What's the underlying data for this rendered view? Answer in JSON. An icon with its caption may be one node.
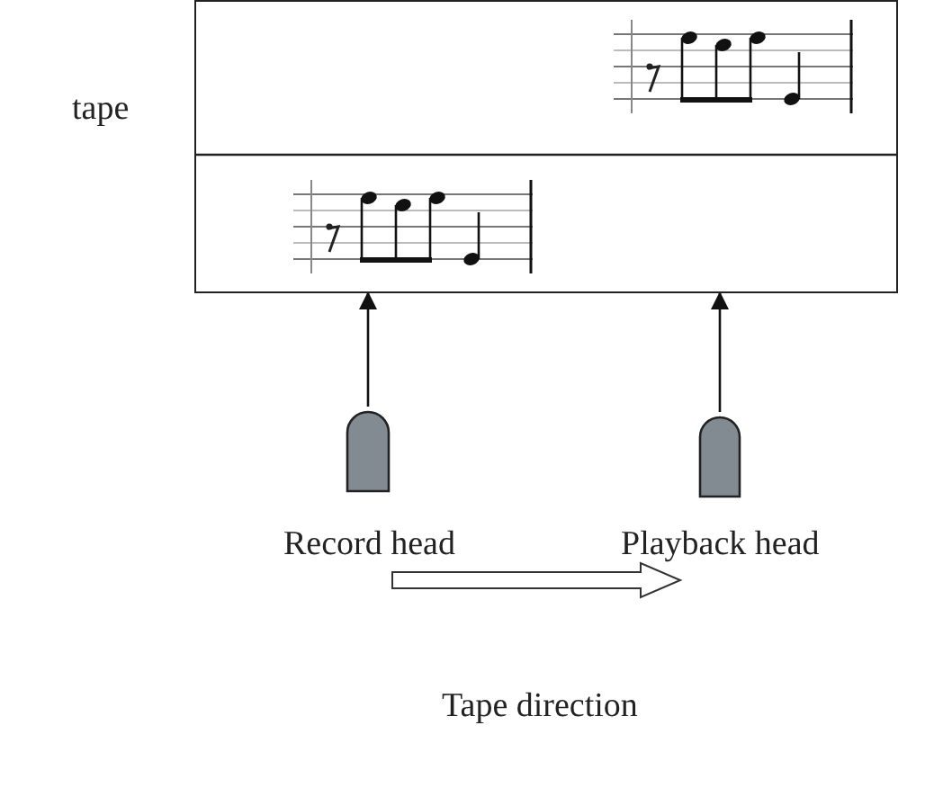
{
  "diagram": {
    "nodes": [
      {
        "text": [
          "tape"
        ]
      },
      {
        "text": [],
        "shape": "arch",
        "beside": [
          "Record head"
        ]
      },
      {
        "text": [],
        "shape": "arch",
        "beside": [
          "Playback head"
        ]
      }
    ],
    "edges": [
      {
        "from": 1,
        "to": 0,
        "arrow": "to"
      },
      {
        "from": 2,
        "to": 0,
        "arrow": "to"
      }
    ],
    "labels": [
      "Tape direction"
    ]
  }
}
